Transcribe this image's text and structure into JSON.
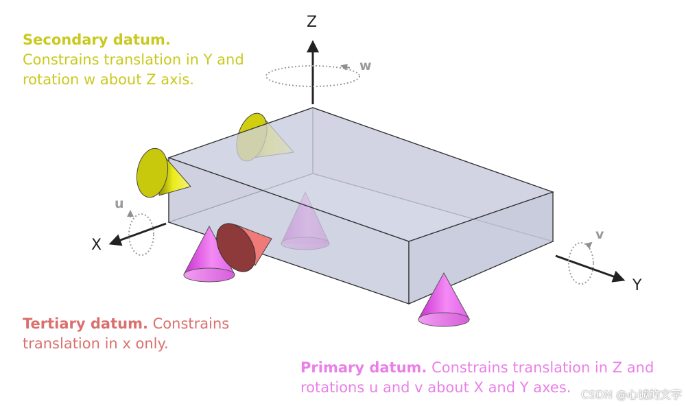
{
  "axes": {
    "z": "Z",
    "x": "X",
    "y": "Y"
  },
  "rotations": {
    "w": "w",
    "u": "u",
    "v": "v"
  },
  "captions": {
    "secondary": {
      "title": "Secondary datum.",
      "body": " Constrains translation in Y and rotation w about Z axis."
    },
    "tertiary": {
      "title": "Tertiary datum.",
      "body": " Constrains translation in x only."
    },
    "primary": {
      "title": "Primary datum.",
      "body": " Constrains translation in Z and rotations u and v about X and Y axes."
    }
  },
  "colors": {
    "secondary": "#c9c91f",
    "tertiary": "#d9706e",
    "primary": "#ea7fe8",
    "block_fill": "#dcdee9",
    "axis": "#222222"
  },
  "watermark": "CSDN @心诚的文字"
}
